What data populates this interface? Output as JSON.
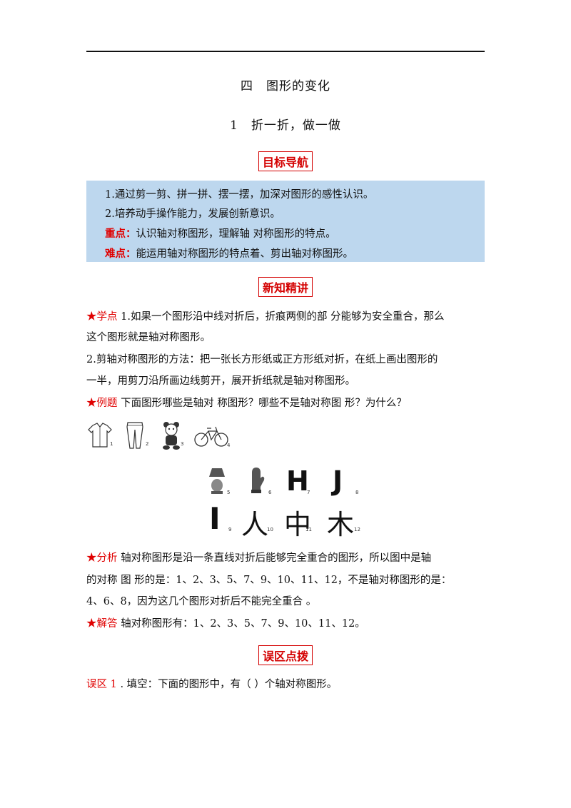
{
  "chapter_title": "四　图形的变化",
  "section_title": "1　折一折，做一做",
  "headers": {
    "goal_nav": "目标导航",
    "new_knowledge": "新知精讲",
    "mistake_tips": "误区点拨"
  },
  "goals": {
    "item1": "1.通过剪一剪、拼一拼、摆一摆，加深对图形的感性认识。",
    "item2": "2.培养动手操作能力，发展创新意识。",
    "key_label": "重点：",
    "key_text": "认识轴对称图形，理解轴 对称图形的特点。",
    "diff_label": "难点：",
    "diff_text": "能运用轴对称图形的特点着、剪出轴对称图形。"
  },
  "knowledge": {
    "point_label": "★学点",
    "point_line1": " 1.如果一个图形沿中线对折后，折痕两侧的部 分能够为安全重合，那么",
    "point_line2": "这个图形就是轴对称图形。",
    "method_line1": "2.剪轴对称图形的方法：把一张长方形纸或正方形纸对折，在纸上画出图形的",
    "method_line2": "一半，用剪刀沿所画边线剪开，展开折纸就是轴对称图形。",
    "example_label": "★例题",
    "example_text": " 下面图形哪些是轴对  称图形？哪些不是轴对称图  形？为什么？"
  },
  "figures": {
    "row1": [
      {
        "icon": "shirt-icon",
        "num": "1"
      },
      {
        "icon": "pants-icon",
        "num": "2"
      },
      {
        "icon": "bear-icon",
        "num": "3"
      },
      {
        "icon": "bicycle-icon",
        "num": "4"
      }
    ],
    "row2": [
      {
        "icon": "lamp-icon",
        "num": "5"
      },
      {
        "icon": "mitten-icon",
        "num": "6"
      },
      {
        "glyph": "H",
        "num": "7"
      },
      {
        "glyph": "J",
        "num": "8"
      }
    ],
    "row3": [
      {
        "glyph": "I",
        "num": "9"
      },
      {
        "glyph": "人",
        "num": "10"
      },
      {
        "glyph": "中",
        "num": "11"
      },
      {
        "glyph": "木",
        "num": "12"
      }
    ]
  },
  "analysis": {
    "label": "★分析",
    "line1": "   轴对称图形是沿一条直线对折后能够完全重合的图形，所以图中是轴",
    "line2": "的对称  图  形的是：1、2、3、5、7、9、10、11、12，不是轴对称图形的是：",
    "line3": "4、6、8，因为这几个图形对折后不能完全重合  。"
  },
  "answer": {
    "label": "★解答",
    "text": "   轴对称图形有：1、2、3、5、7、9、10、11、12。"
  },
  "mistake": {
    "label": "误区 1",
    "text": " . 填空：下面的图形中，有（    ）个轴对称图形。"
  }
}
